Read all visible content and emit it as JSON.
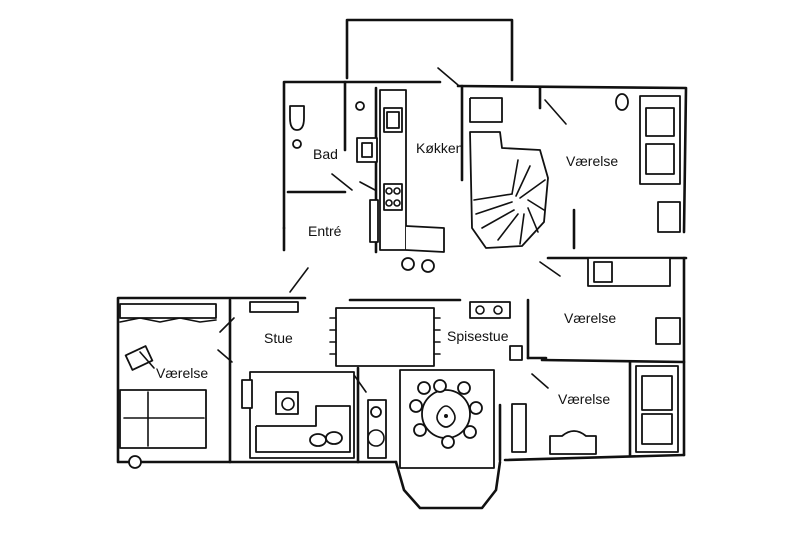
{
  "plan": {
    "rooms": {
      "bad": "Bad",
      "kokken": "Køkken",
      "entre": "Entré",
      "vaerelse_top_right": "Værelse",
      "vaerelse_mid_right": "Værelse",
      "vaerelse_bottom_right": "Værelse",
      "vaerelse_left": "Værelse",
      "stue": "Stue",
      "spisestue": "Spisestue"
    }
  }
}
